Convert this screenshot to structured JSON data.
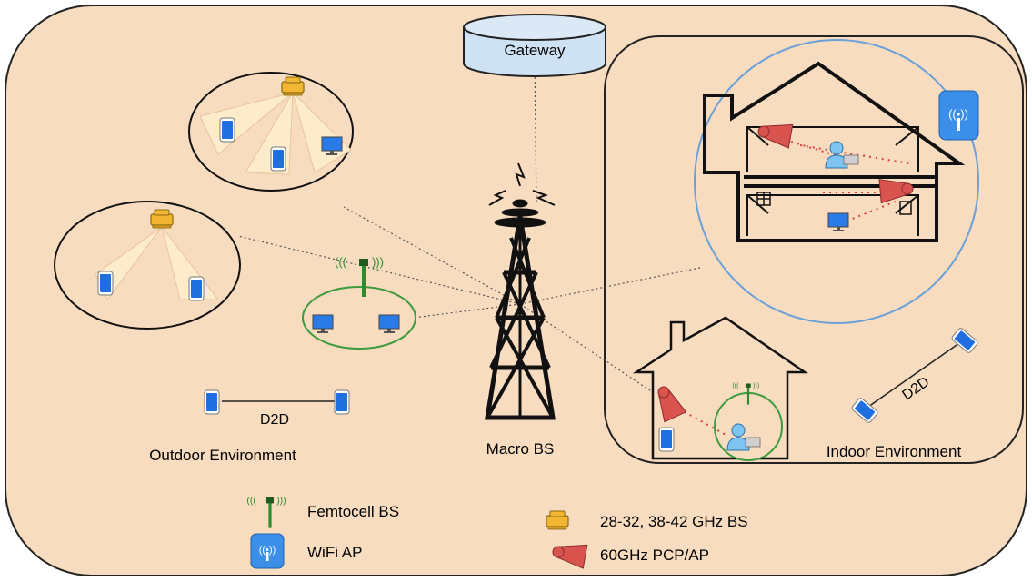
{
  "labels": {
    "gateway": "Gateway",
    "macro_bs": "Macro BS",
    "outdoor_env": "Outdoor Environment",
    "indoor_env": "Indoor Environment",
    "d2d_outdoor": "D2D",
    "d2d_indoor": "D2D"
  },
  "legend": {
    "femtocell": "Femtocell BS",
    "wifi": "WiFi AP",
    "mmwave": "28-32, 38-42 GHz BS",
    "pcp": "60GHz PCP/AP"
  },
  "colors": {
    "background": "#f8dcc0",
    "beam": "#fdeccc",
    "beam_edge": "#e8c49a",
    "mmwave_bs": "#f2b632",
    "femto_green": "#2e8b2e",
    "wifi_blue": "#3b8fe8",
    "pcp_red": "#d9534f",
    "gateway_fill": "#cfe2f3",
    "device_blue": "#1f6fe0"
  },
  "icons": [
    "tower-icon",
    "gateway-icon",
    "phone-icon",
    "monitor-icon",
    "femtocell-icon",
    "wifi-icon",
    "mmwave-bs-icon",
    "pcp-icon",
    "user-icon",
    "house-icon"
  ]
}
